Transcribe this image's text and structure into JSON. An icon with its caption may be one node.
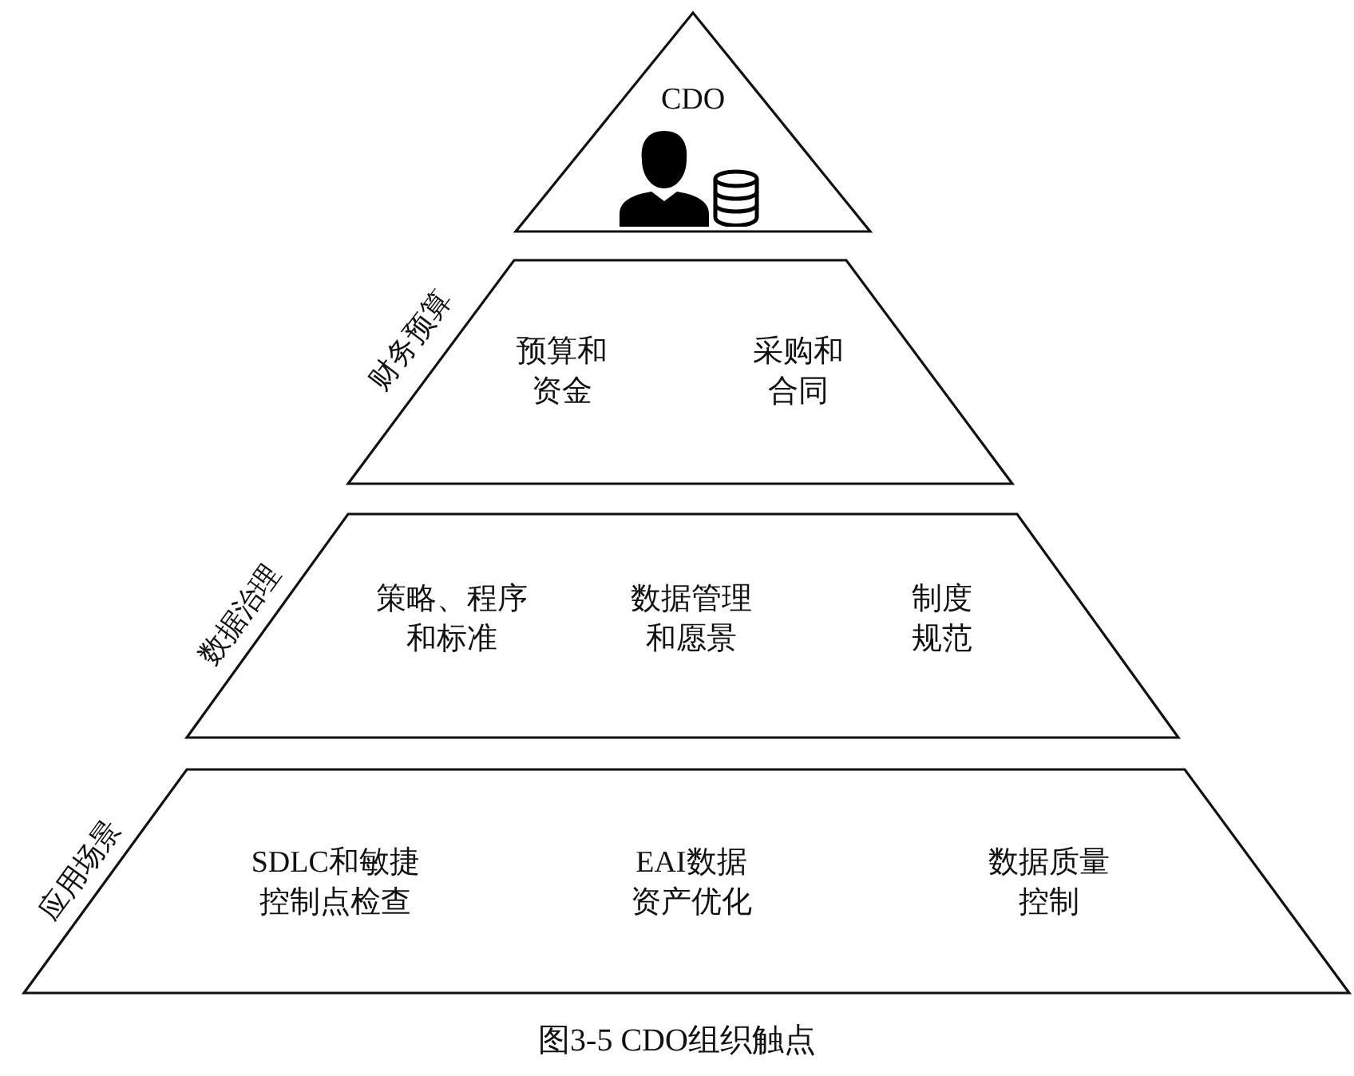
{
  "diagram": {
    "caption": "图3-5 CDO组织触点",
    "nodes": [
      {
        "text": [
          "CDO"
        ]
      },
      {
        "text": [
          "财务预算",
          "预算和资金",
          "采购和合同"
        ]
      },
      {
        "text": [
          "数据治理",
          "策略、程序和标准",
          "数据管理和愿景",
          "制度规范"
        ]
      },
      {
        "text": [
          "应用场景",
          "SDLC和敏捷控制点检查",
          "EAI数据资产优化",
          "数据质量控制"
        ]
      }
    ]
  }
}
